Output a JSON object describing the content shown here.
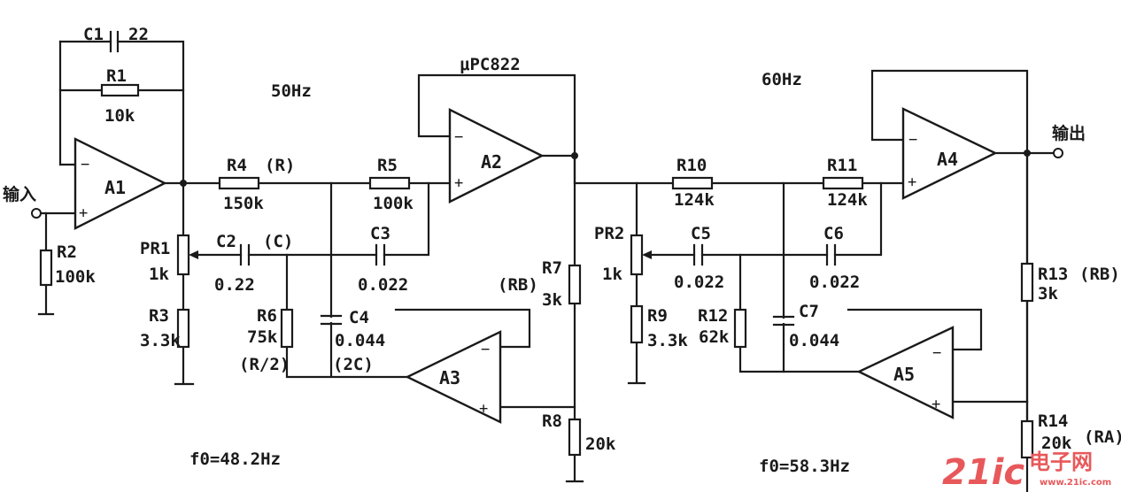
{
  "labels": {
    "input": "输入",
    "output": "输出",
    "ic": "μPC822",
    "freq_left": "50Hz",
    "freq_right": "60Hz",
    "f0_left": "f0=48.2Hz",
    "f0_right": "f0=58.3Hz"
  },
  "opamps": {
    "a1": "A1",
    "a2": "A2",
    "a3": "A3",
    "a4": "A4",
    "a5": "A5"
  },
  "components": {
    "c1": {
      "name": "C1",
      "value": "22"
    },
    "r1": {
      "name": "R1",
      "value": "10k"
    },
    "r2": {
      "name": "R2",
      "value": "100k"
    },
    "pr1": {
      "name": "PR1",
      "value": "1k"
    },
    "r3": {
      "name": "R3",
      "value": "3.3k"
    },
    "r4": {
      "name": "R4",
      "note": "(R)",
      "value": "150k"
    },
    "c2": {
      "name": "C2",
      "note": "(C)",
      "value": "0.22"
    },
    "r5": {
      "name": "R5",
      "value": "100k"
    },
    "c3": {
      "name": "C3",
      "value": "0.022"
    },
    "r6": {
      "name": "R6",
      "value": "75k",
      "note": "(R/2)"
    },
    "c4": {
      "name": "C4",
      "value": "0.044",
      "note": "(2C)"
    },
    "r7": {
      "name": "R7",
      "value": "3k",
      "note": "(RB)"
    },
    "r8": {
      "name": "R8",
      "value": "20k"
    },
    "pr2": {
      "name": "PR2",
      "value": "1k"
    },
    "r9": {
      "name": "R9",
      "value": "3.3k"
    },
    "r10": {
      "name": "R10",
      "value": "124k"
    },
    "c5": {
      "name": "C5",
      "value": "0.022"
    },
    "r11": {
      "name": "R11",
      "value": "124k"
    },
    "c6": {
      "name": "C6",
      "value": "0.022"
    },
    "r12": {
      "name": "R12",
      "value": "62k"
    },
    "c7": {
      "name": "C7",
      "value": "0.044"
    },
    "r13": {
      "name": "R13",
      "note": "(RB)",
      "value": "3k"
    },
    "r14": {
      "name": "R14",
      "value": "20k",
      "note": "(RA)"
    }
  },
  "watermark": {
    "logo": "21ic",
    "cn": "电子网",
    "url": "www.21ic.com"
  }
}
